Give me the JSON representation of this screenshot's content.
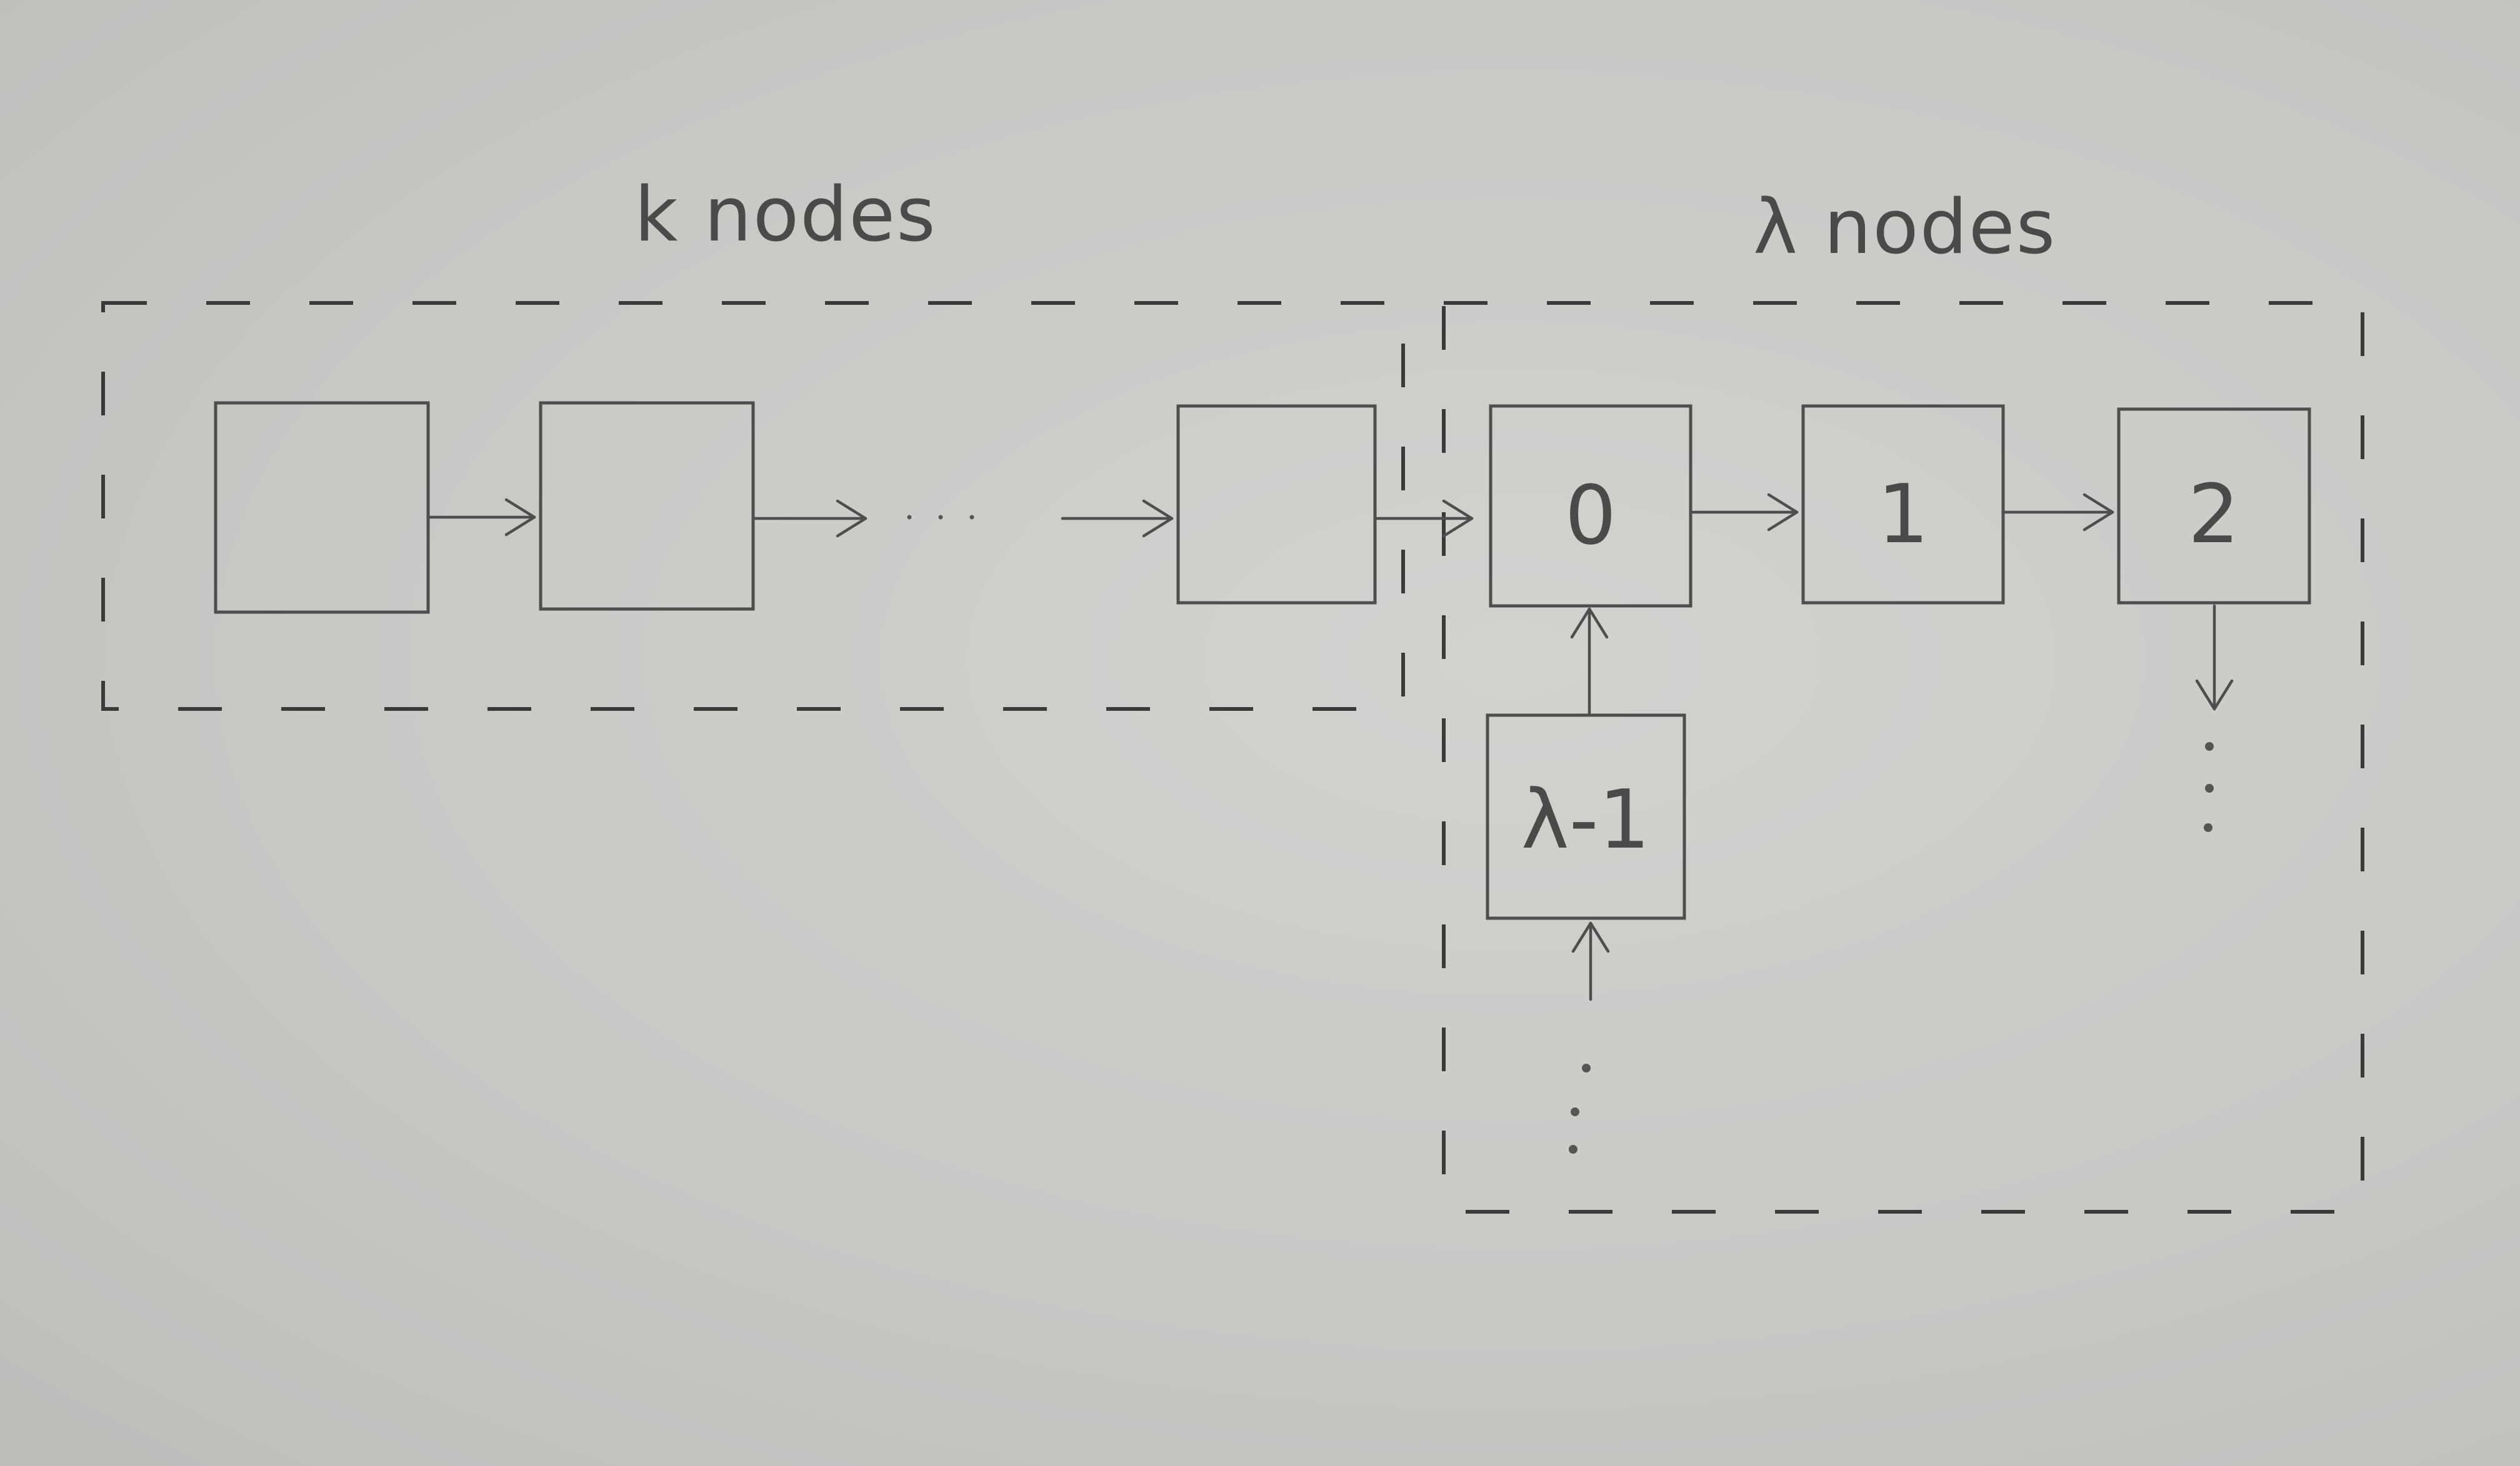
{
  "groups": {
    "k": {
      "label": "k nodes"
    },
    "lambda": {
      "label": "λ nodes"
    }
  },
  "nodes": {
    "n0": "0",
    "n1": "1",
    "n2": "2",
    "nlast": "λ-1"
  },
  "colors": {
    "paper": "#c9c9c8",
    "pencil": "#4e4e4e"
  }
}
